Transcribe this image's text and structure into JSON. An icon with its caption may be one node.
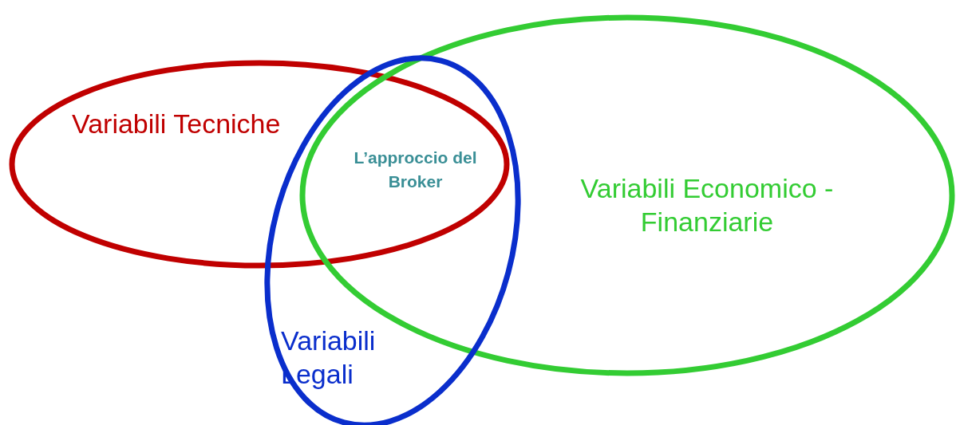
{
  "diagram": {
    "nodes": [
      {
        "text": [
          "Variabili Tecniche"
        ]
      },
      {
        "text": [
          "Variabili Economico - Finanziarie"
        ]
      },
      {
        "text": [
          "Variabili Legali"
        ]
      }
    ],
    "labels": [
      "L’approccio del Broker"
    ]
  }
}
